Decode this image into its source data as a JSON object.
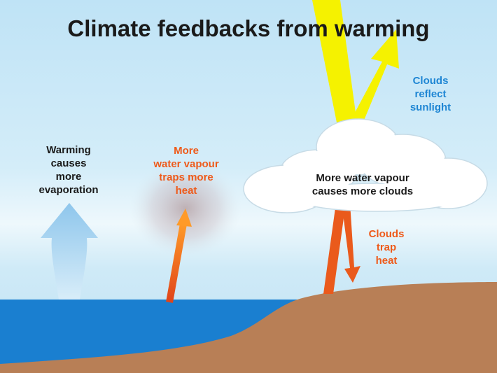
{
  "title": "Climate feedbacks from warming",
  "labels": {
    "evaporation": [
      "Warming",
      "causes",
      "more",
      "evaporation"
    ],
    "water_vapour": [
      "More",
      "water vapour",
      "traps more",
      "heat"
    ],
    "cloud": [
      "More water vapour",
      "causes more clouds"
    ],
    "reflect": [
      "Clouds",
      "reflect",
      "sunlight"
    ],
    "trap": [
      "Clouds",
      "trap",
      "heat"
    ]
  },
  "colors": {
    "sky_top": "#c5e6f6",
    "sky_mid": "#e7f5fb",
    "ocean": "#1a7fd0",
    "land": "#b87f56",
    "sun_beam": "#f5f200",
    "heat_arrow": "#f46a1e",
    "evaporation_arrow": "#9fd0ee",
    "dark_text": "#1a1a1a",
    "heat_text": "#ee5a1a",
    "reflect_text": "#1f86d4"
  }
}
